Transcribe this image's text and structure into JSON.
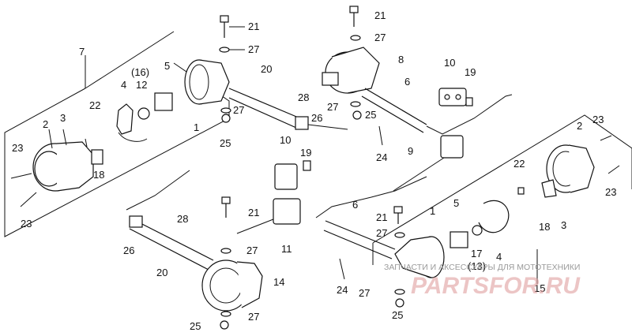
{
  "labels": {
    "l7": "7",
    "l16": "(16)",
    "l4a": "4",
    "l12": "12",
    "l5a": "5",
    "l22a": "22",
    "l2a": "2",
    "l3a": "3",
    "l23a": "23",
    "l18a": "18",
    "l23b": "23",
    "l1a": "1",
    "l20a": "20",
    "l21a": "21",
    "l27a": "27",
    "l27b": "27",
    "l25a": "25",
    "l28a": "28",
    "l26a": "26",
    "l21b": "21",
    "l27c": "27",
    "l8": "8",
    "l10a": "10",
    "l19a": "19",
    "l6a": "6",
    "l27d": "27",
    "l25b": "25",
    "l24a": "24",
    "l9": "9",
    "l10b": "10",
    "l19b": "19",
    "l21c": "21",
    "l11": "11",
    "l28b": "28",
    "l27e": "27",
    "l26b": "26",
    "l20b": "20",
    "l14": "14",
    "l27f": "27",
    "l25c": "25",
    "l2b": "2",
    "l23c": "23",
    "l22b": "22",
    "l23d": "23",
    "l18b": "18",
    "l3b": "3",
    "l6b": "6",
    "l21d": "21",
    "l27g": "27",
    "l1b": "1",
    "l5b": "5",
    "l17": "17",
    "l13": "(13)",
    "l4b": "4",
    "l15": "15",
    "l24b": "24",
    "l27h": "27",
    "l25d": "25"
  },
  "watermark": {
    "text": "ЗАПЧАСТИ И АКСЕССУАРЫ ДЛЯ МОТОТЕХНИКИ",
    "logo": "PARTSFOR.RU"
  }
}
